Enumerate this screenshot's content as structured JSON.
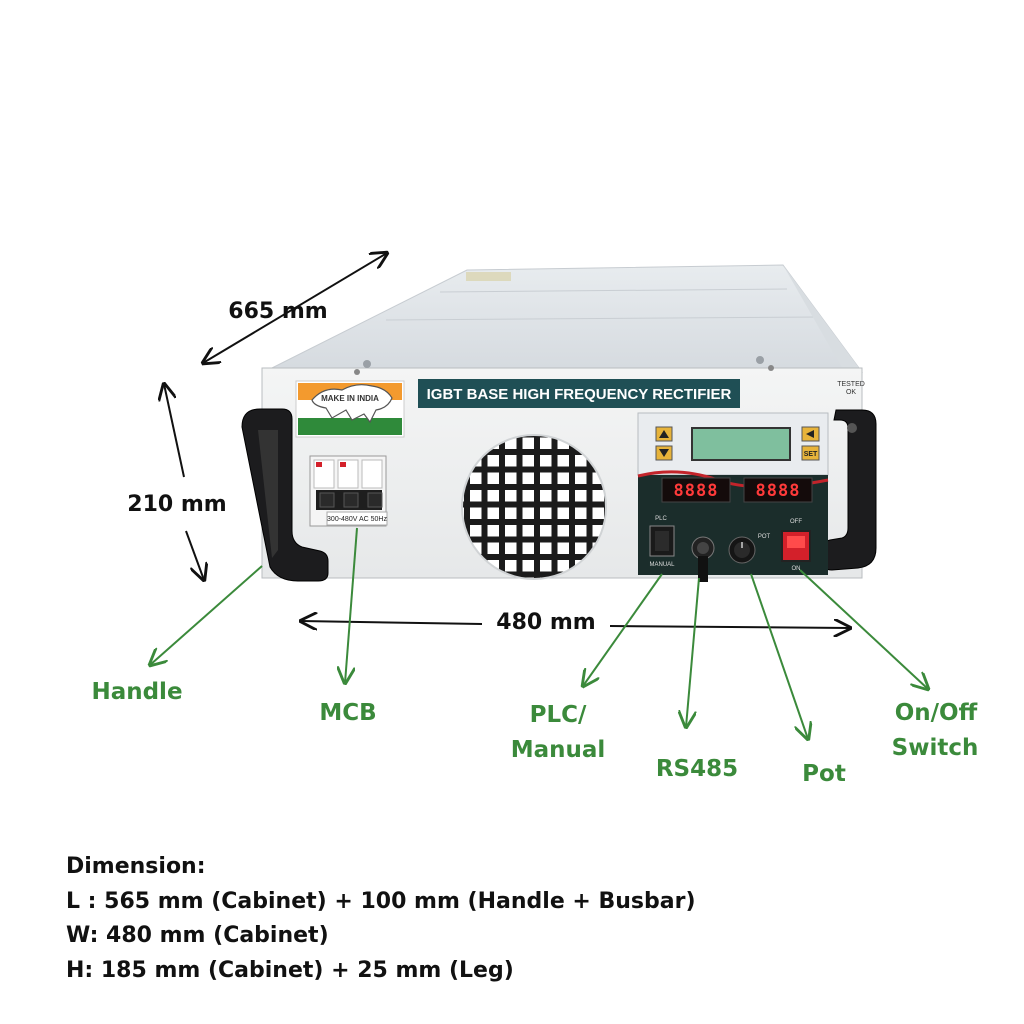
{
  "dimensions": {
    "depth": "665 mm",
    "height": "210 mm",
    "width": "480 mm"
  },
  "panel": {
    "banner": "IGBT BASE HIGH FREQUENCY RECTIFIER",
    "tested_label_1": "TESTED",
    "tested_label_2": "OK",
    "logo_text": "MAKE IN INDIA",
    "mcb_rating": "300-480V AC 50Hz",
    "display_left": "8888",
    "display_right": "8888",
    "set_button": "SET",
    "plc_label": "PLC",
    "manual_label": "MANUAL",
    "pot_label": "POT",
    "off_label": "OFF",
    "on_label": "ON"
  },
  "callouts": {
    "handle": "Handle",
    "mcb": "MCB",
    "plc_line1": "PLC/",
    "plc_line2": "Manual",
    "rs485": "RS485",
    "pot": "Pot",
    "switch_line1": "On/Off",
    "switch_line2": "Switch"
  },
  "specs": {
    "heading": "Dimension:",
    "length": "L : 565 mm (Cabinet) + 100 mm (Handle + Busbar)",
    "width": "W: 480 mm (Cabinet)",
    "height": "H: 185 mm (Cabinet) + 25 mm (Leg)"
  },
  "colors": {
    "callout_green": "#3b8a3b",
    "banner_teal": "#1f4f55",
    "saffron": "#f39a2e",
    "india_green": "#2f8a3a",
    "switch_red": "#d3202a"
  }
}
